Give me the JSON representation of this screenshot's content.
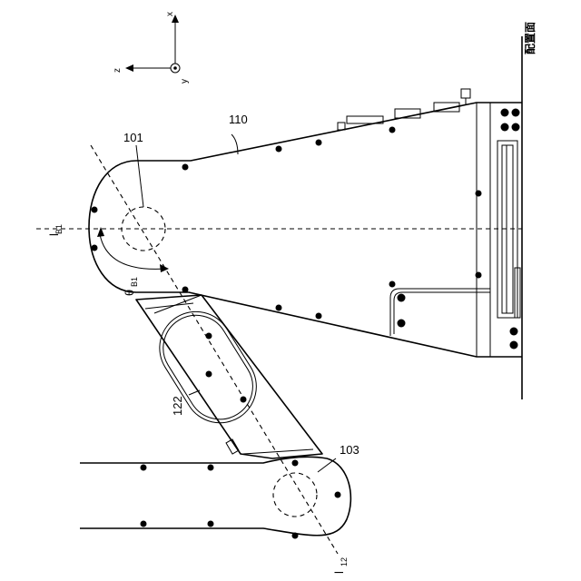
{
  "axes": {
    "x": "x",
    "z": "z",
    "y": "y"
  },
  "labels": {
    "ref_110": "110",
    "ref_101": "101",
    "ref_122": "122",
    "ref_103": "103",
    "axis_lB1_main": "l",
    "axis_lB1_sub": "B1",
    "axis_l12_main": "l",
    "axis_l12_sub": "12",
    "angle_main": "θ",
    "angle_sub": "B1",
    "surface": "配置面"
  }
}
